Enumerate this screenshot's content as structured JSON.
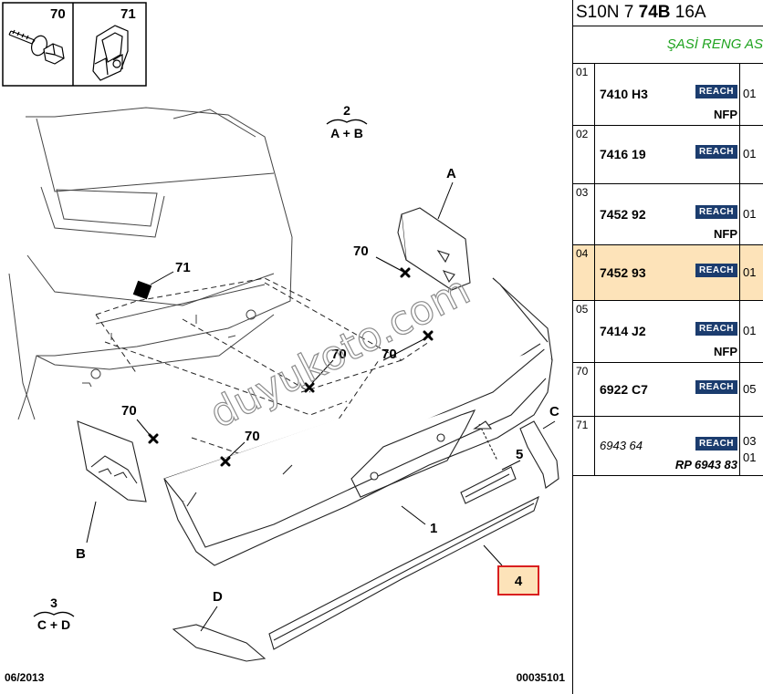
{
  "diagram": {
    "inset_labels": [
      "70",
      "71"
    ],
    "callouts": {
      "n70a": "70",
      "n70b": "70",
      "n70c": "70",
      "n70d": "70",
      "n70e": "70",
      "n71": "71",
      "A": "A",
      "B": "B",
      "C": "C",
      "D": "D",
      "n1": "1",
      "n5": "5",
      "n4": "4"
    },
    "group2": {
      "num": "2",
      "parts": "A + B"
    },
    "group3": {
      "num": "3",
      "parts": "C + D"
    },
    "date": "06/2013",
    "ref": "00035101",
    "watermark": "duyukoto.com",
    "colors": {
      "highlight_box": "#d91f1f",
      "highlight_fill": "#fde3b9"
    }
  },
  "panel": {
    "header": {
      "pre": "S10N 7 ",
      "bold": "74B",
      "post": " 16A"
    },
    "subheader": "ŞASİ RENG AS",
    "reach_label": "REACH",
    "rows": [
      {
        "idx": "01",
        "code": "7410 H3",
        "qty": "01",
        "note": "NFP",
        "selected": false,
        "italic": false
      },
      {
        "idx": "02",
        "code": "7416 19",
        "qty": "01",
        "note": "",
        "selected": false,
        "italic": false
      },
      {
        "idx": "03",
        "code": "7452 92",
        "qty": "01",
        "note": "NFP",
        "selected": false,
        "italic": false
      },
      {
        "idx": "04",
        "code": "7452 93",
        "qty": "01",
        "note": "",
        "selected": true,
        "italic": false
      },
      {
        "idx": "05",
        "code": "7414 J2",
        "qty": "01",
        "note": "NFP",
        "selected": false,
        "italic": false
      },
      {
        "idx": "70",
        "code": "6922 C7",
        "qty": "05",
        "note": "",
        "selected": false,
        "italic": false
      },
      {
        "idx": "71",
        "code": "6943 64",
        "qty": "03",
        "qty2": "01",
        "note": "RP 6943 83",
        "selected": false,
        "italic": true
      }
    ]
  }
}
